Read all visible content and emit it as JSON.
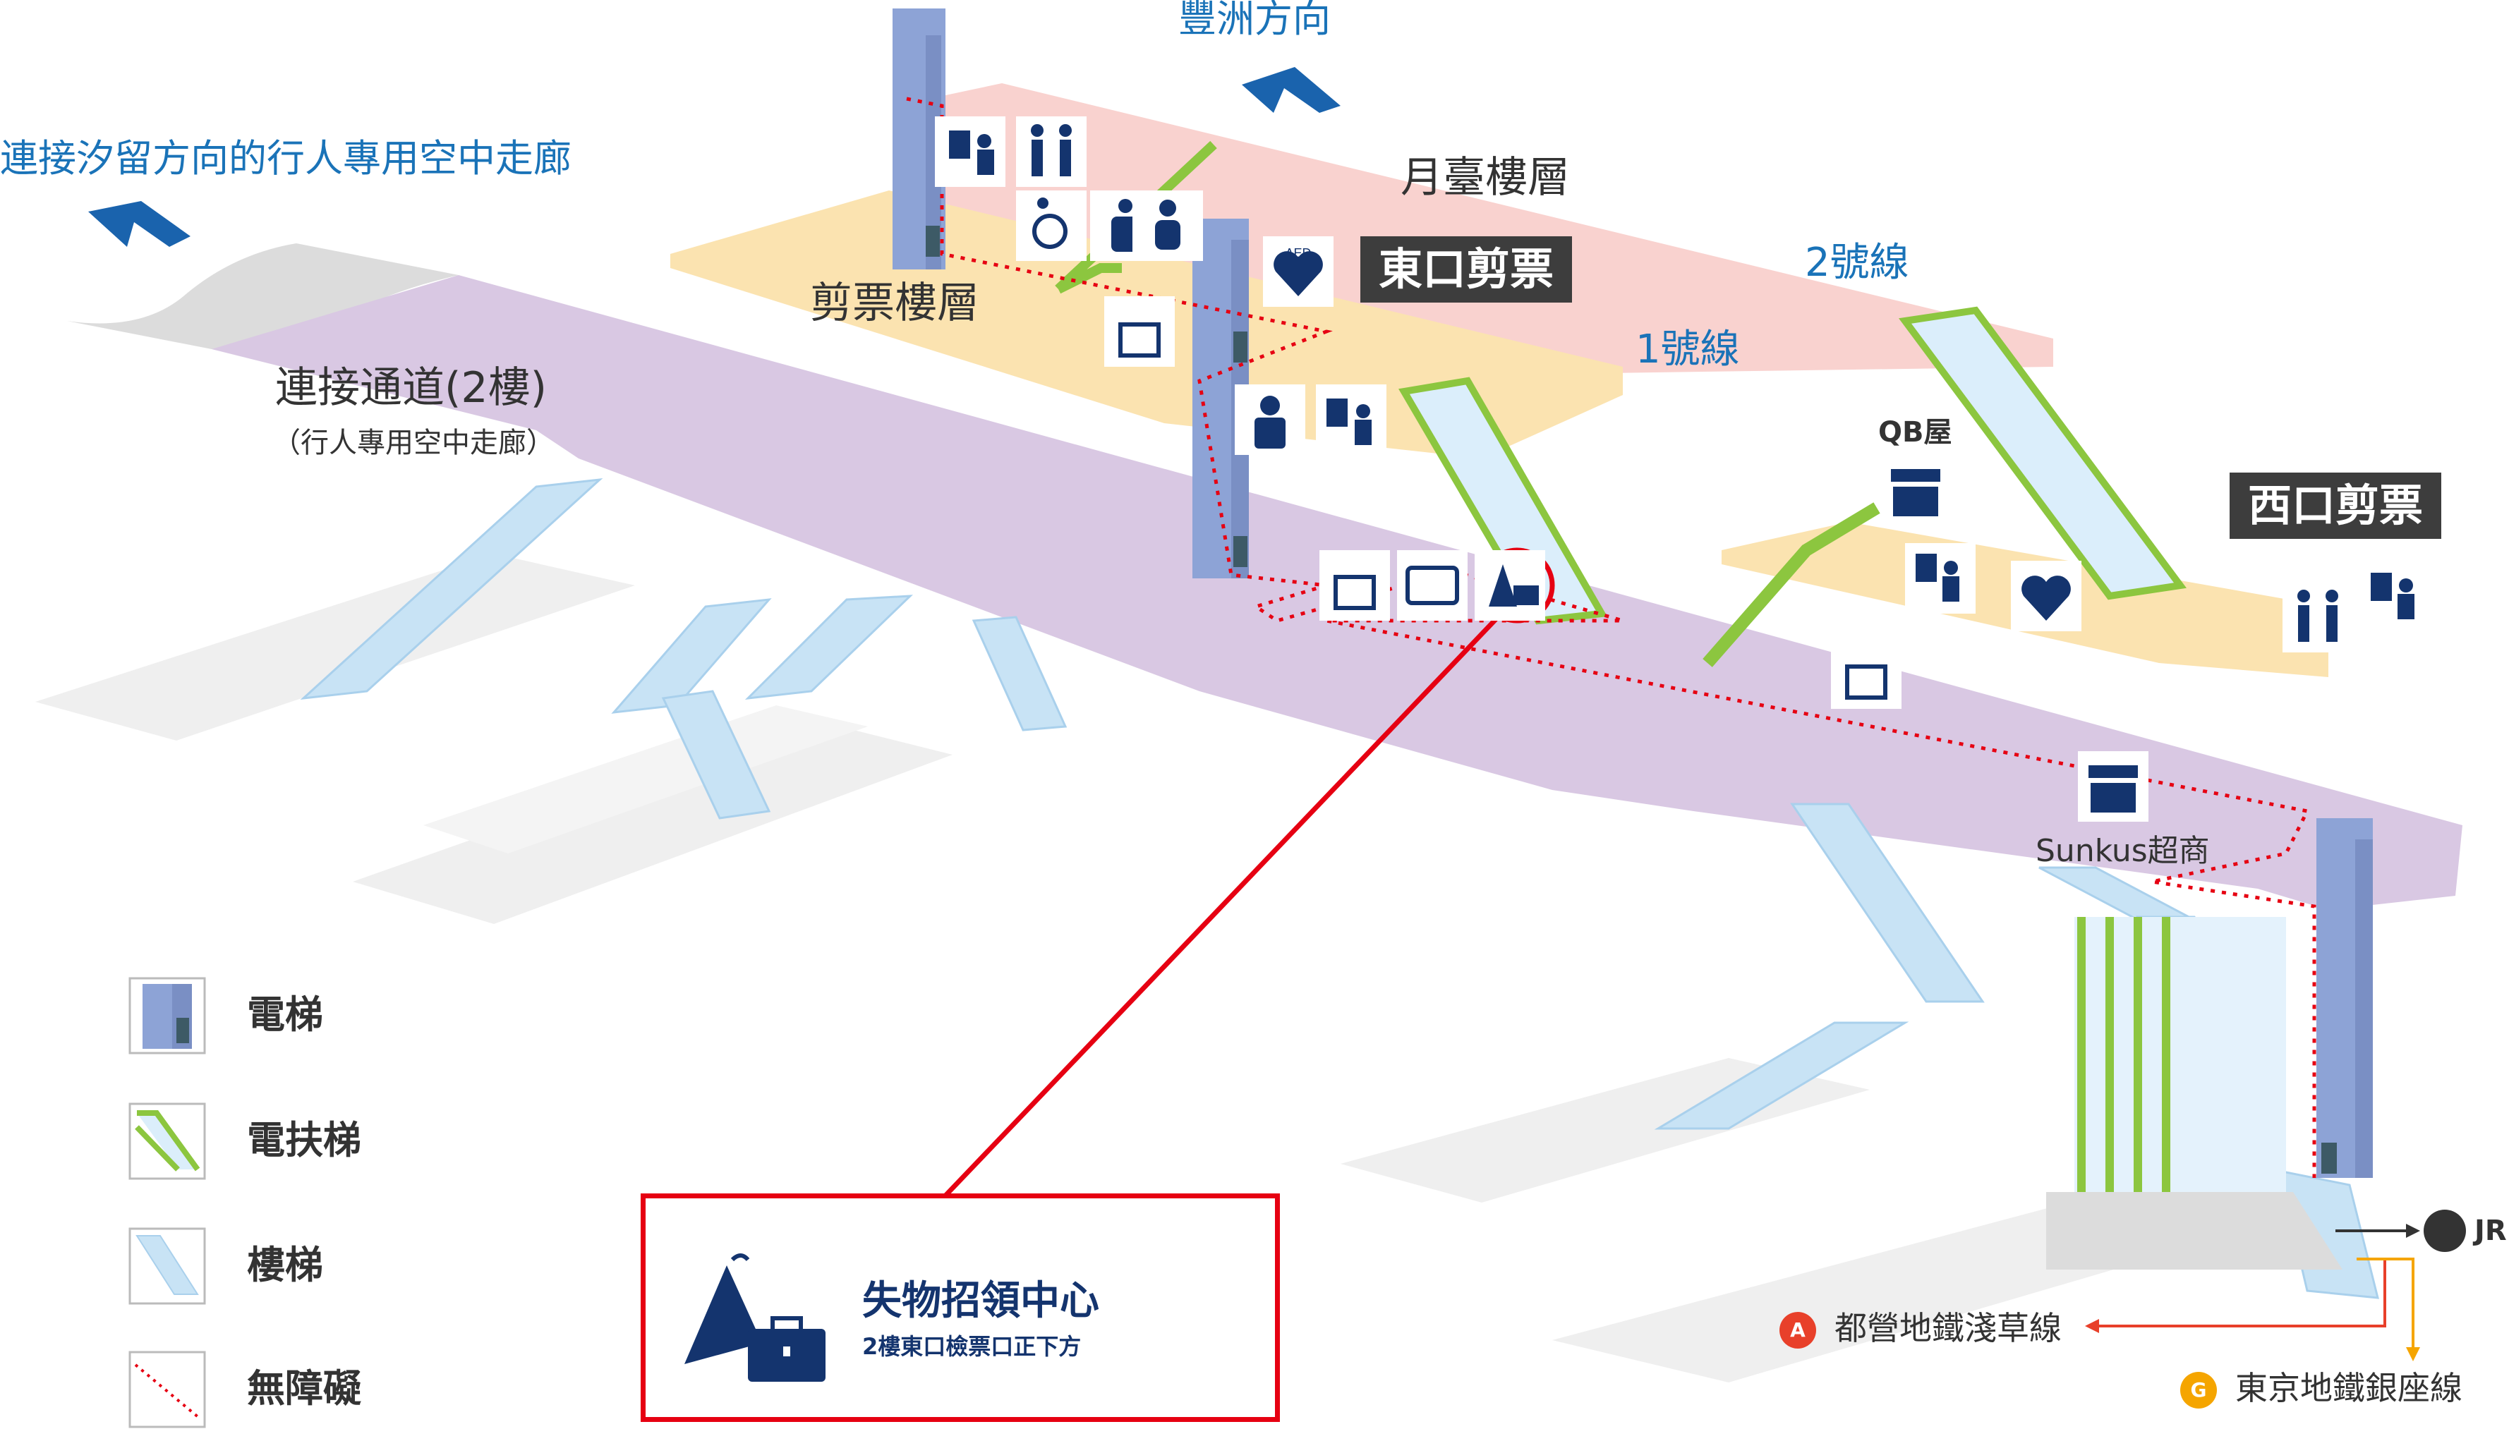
{
  "directions": {
    "toyosu": "豐洲方向",
    "shiodome": "連接汐留方向的行人專用空中走廊"
  },
  "floors": {
    "platform": "月臺樓層",
    "ticket_gate": "剪票樓層",
    "corridor": "連接通道(2樓)",
    "corridor_sub": "（行人專用空中走廊）"
  },
  "gates": {
    "east": "東口剪票",
    "west": "西口剪票"
  },
  "tracks": {
    "line1": "1號線",
    "line2": "2號線"
  },
  "shops": {
    "qb": "QB屋",
    "sunkus": "Sunkus超商"
  },
  "icons": {
    "aed": "AED"
  },
  "legend": [
    {
      "icon": "elevator-icon",
      "label": "電梯"
    },
    {
      "icon": "escalator-icon",
      "label": "電扶梯"
    },
    {
      "icon": "stairs-icon",
      "label": "樓梯"
    },
    {
      "icon": "barrier-free-icon",
      "label": "無障礙"
    }
  ],
  "callout": {
    "title": "失物招領中心",
    "subtitle": "2樓東口檢票口正下方"
  },
  "transfers": {
    "jr": "JR",
    "asakusa_badge": "A",
    "asakusa": "都營地鐵淺草線",
    "ginza_badge": "G",
    "ginza": "東京地鐵銀座線"
  },
  "colors": {
    "brand_blue": "#1a73b8",
    "icon_navy": "#14346e",
    "highlight_red": "#e60012",
    "corridor_purple": "#d9c8e3",
    "gate_floor": "#fbe3b0",
    "platform_floor": "#f9d2cf",
    "elevator": "#8da3d6",
    "escalator": "#8cc63f",
    "stairs": "#c8e3f5",
    "asakusa_red": "#e8402a",
    "ginza_orange": "#f5a500"
  }
}
